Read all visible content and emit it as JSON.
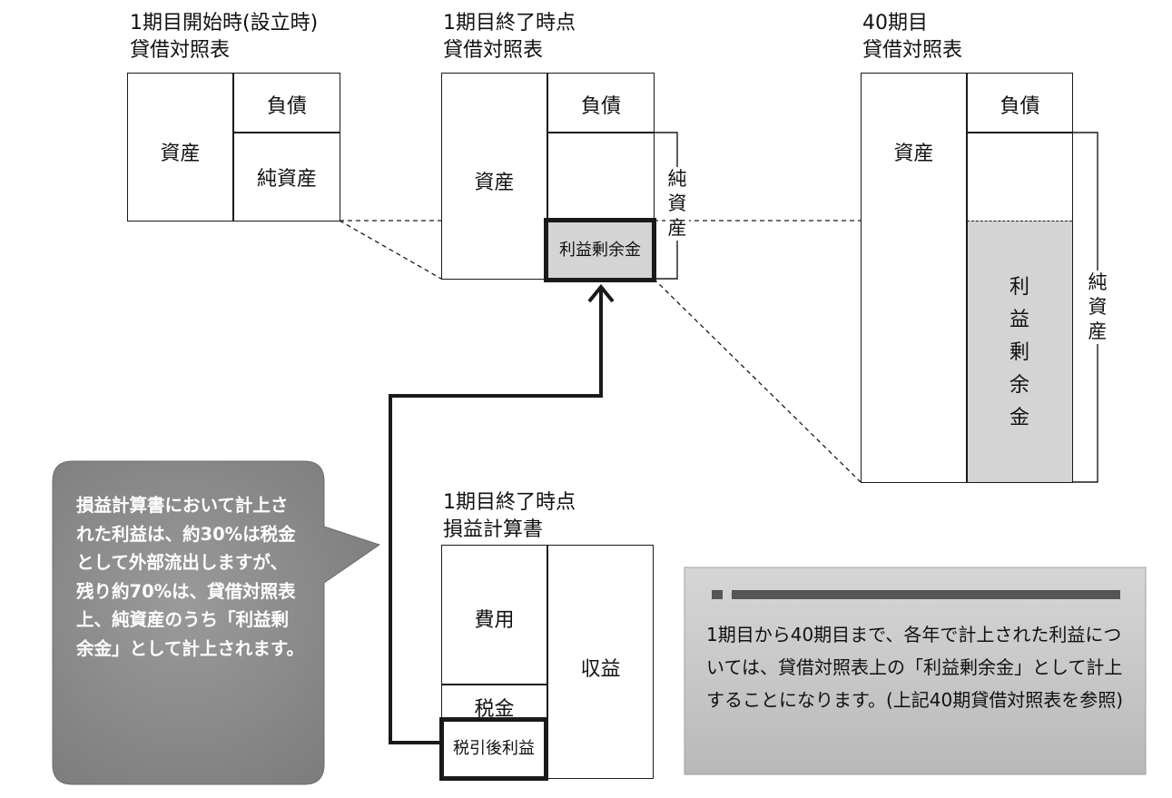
{
  "sheet1": {
    "title_line1": "1期目開始時(設立時)",
    "title_line2": "貸借対照表",
    "assets": "資産",
    "liabilities": "負債",
    "net_assets": "純資産"
  },
  "sheet2": {
    "title_line1": "1期目終了時点",
    "title_line2": "貸借対照表",
    "assets": "資産",
    "liabilities": "負債",
    "net_assets_vertical": "純資産",
    "retained_earnings": "利益剰余金"
  },
  "sheet40": {
    "title_line1": "40期目",
    "title_line2": "貸借対照表",
    "assets": "資産",
    "liabilities": "負債",
    "net_assets_vertical": "純資産",
    "retained_earnings_vertical": "利益剰余金"
  },
  "income_statement": {
    "title_line1": "1期目終了時点",
    "title_line2": "損益計算書",
    "expenses": "費用",
    "revenue": "収益",
    "tax": "税金",
    "net_income_after_tax": "税引後利益"
  },
  "callout": {
    "text": "損益計算書において計上された利益は、約30%は税金として外部流出しますが、残り約70%は、貸借対照表上、純資産のうち「利益剰余金」として計上されます。"
  },
  "note": {
    "text": "1期目から40期目まで、各年で計上された利益については、貸借対照表上の「利益剰余金」として計上することになります。(上記40期貸借対照表を参照)"
  },
  "colors": {
    "line": "#1a1a1a",
    "retained_fill": "#d4d4d4",
    "callout_fill": "#8c8c8c",
    "note_fill": "#c9c9c9",
    "note_bar": "#555555"
  }
}
